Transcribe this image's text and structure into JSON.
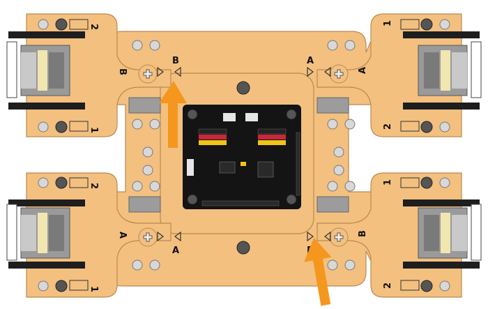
{
  "colors": {
    "plate": "#f3c07f",
    "plate_edge": "#b98a4f",
    "servo_body": "#8e8e8e",
    "servo_light": "#c9c9c9",
    "servo_tape": "#f1e6b0",
    "servo_black": "#1e1e1e",
    "board": "#141414",
    "arrow": "#f5961e",
    "screw": "#555555",
    "connector_red": "#c8283a",
    "connector_yellow": "#f0c419"
  },
  "labels": {
    "tl_top_num": "2",
    "tl_bottom_num": "1",
    "tl_side_letter": "B",
    "tl_inner_letter": "B",
    "tr_top_num": "1",
    "tr_bottom_num": "2",
    "tr_side_letter": "A",
    "tr_inner_letter": "A",
    "bl_top_num": "2",
    "bl_bottom_num": "1",
    "bl_side_letter": "A",
    "bl_inner_letter": "A",
    "br_top_num": "1",
    "br_bottom_num": "2",
    "br_side_letter": "B",
    "br_inner_letter": "B"
  },
  "icons": [
    "servo-icon",
    "screw-icon",
    "arrow-up-icon",
    "triangle-marker-icon",
    "control-board-icon"
  ]
}
